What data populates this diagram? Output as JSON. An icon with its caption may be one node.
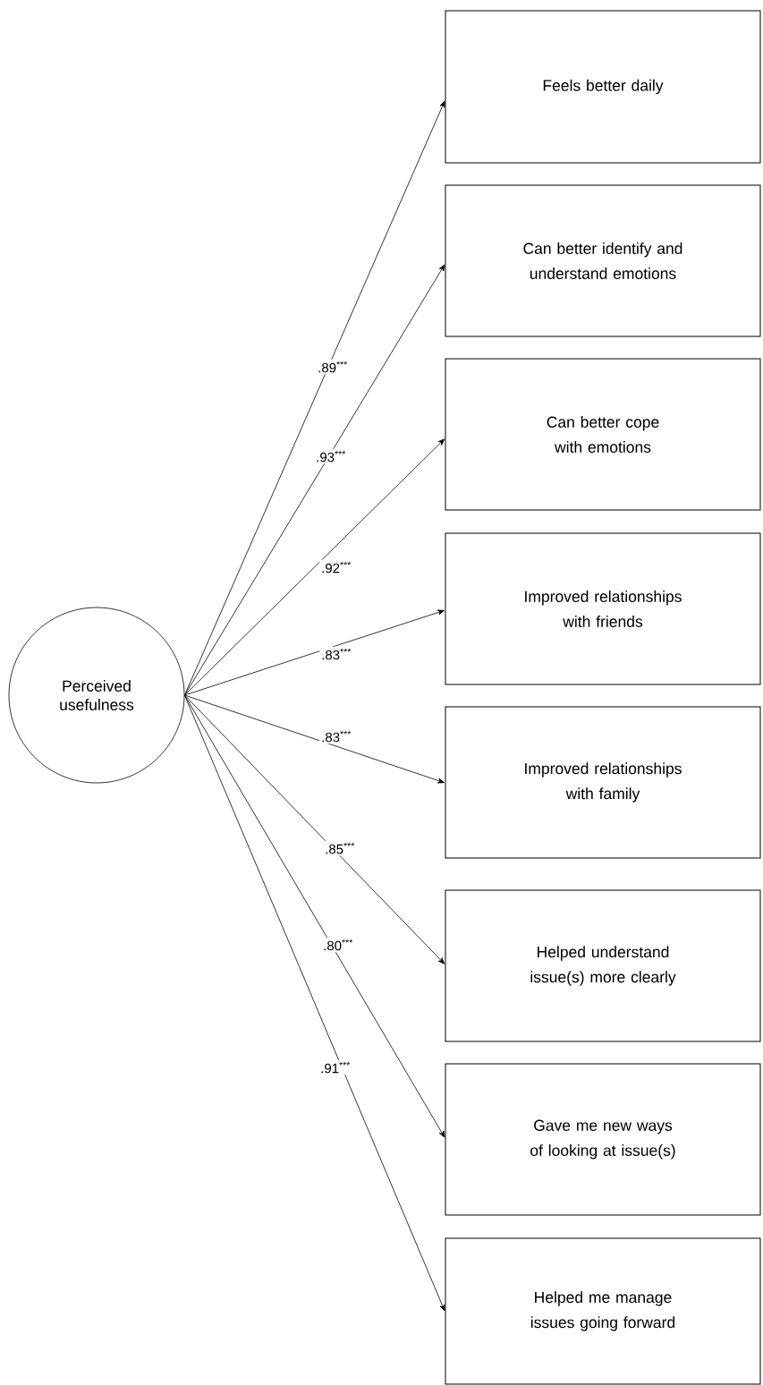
{
  "diagram": {
    "nodes": [
      {
        "text": [
          "Perceived usefulness"
        ]
      },
      {
        "text": [
          "Feels better daily"
        ]
      },
      {
        "text": [
          "Can better identify and understand emotions"
        ]
      },
      {
        "text": [
          "Can better cope with emotions"
        ]
      },
      {
        "text": [
          "Improved relationships with friends"
        ]
      },
      {
        "text": [
          "Improved relationships with family"
        ]
      },
      {
        "text": [
          "Helped understand issue(s) more clearly"
        ]
      },
      {
        "text": [
          "Gave me new ways of looking at issue(s)"
        ]
      },
      {
        "text": [
          "Helped me manage issues going forward"
        ]
      }
    ],
    "edges": [
      {
        "from": 0,
        "to": 1,
        "arrow": "to",
        "label": ".89$^{***}$"
      },
      {
        "from": 0,
        "to": 2,
        "arrow": "to",
        "label": ".93$^{***}$"
      },
      {
        "from": 0,
        "to": 3,
        "arrow": "to",
        "label": ".92$^{***}$"
      },
      {
        "from": 0,
        "to": 4,
        "arrow": "to",
        "label": ".83$^{***}$"
      },
      {
        "from": 0,
        "to": 5,
        "arrow": "to",
        "label": ".83$^{***}$"
      },
      {
        "from": 0,
        "to": 6,
        "arrow": "to",
        "label": ".85$^{***}$"
      },
      {
        "from": 0,
        "to": 7,
        "arrow": "to",
        "label": ".80$^{***}$"
      },
      {
        "from": 0,
        "to": 8,
        "arrow": "to",
        "label": ".91$^{***}$"
      }
    ]
  }
}
